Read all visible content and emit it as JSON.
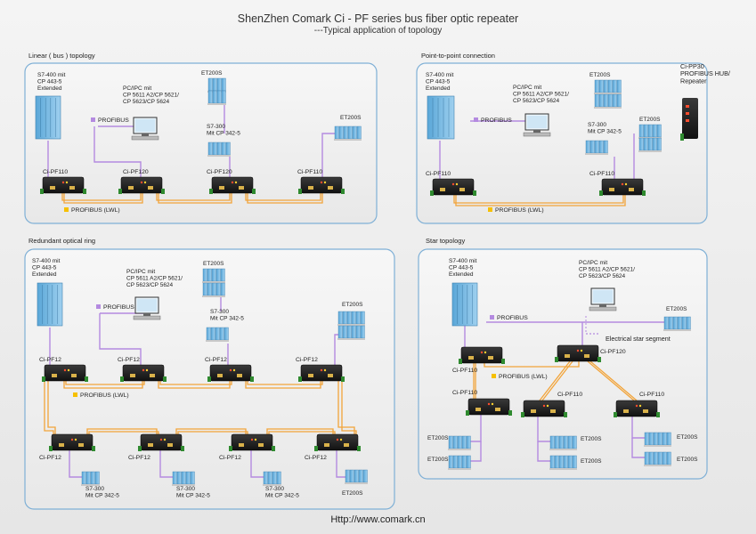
{
  "title": "ShenZhen Comark  Ci - PF series bus fiber optic repeater",
  "subtitle": "---Typical application of topology",
  "footer_url": "Http://www.comark.cn",
  "colors": {
    "fiber": "#f2a43a",
    "profibus": "#b48ae0",
    "panel_border": "#7fb0d6",
    "plc": "#6cb6e0"
  },
  "linear": {
    "title": "Linear ( bus ) topology",
    "s7_400": "S7-400 mit\nCP 443-5\nExtended",
    "pc": "PC/IPC mit\nCP 5611 A2/CP 5621/\nCP 5623/CP 5624",
    "profibus": "PROFIBUS",
    "et200s_a": "ET200S",
    "s7_300": "S7-300\nMit CP 342-5",
    "et200s_b": "ET200S",
    "rep1": "Ci-PF110",
    "rep2": "Ci-PF120",
    "rep3": "Ci-PF120",
    "rep4": "Ci-PF110",
    "lwl": "PROFIBUS (LWL)"
  },
  "p2p": {
    "title": "Point-to-point connection",
    "s7_400": "S7-400 mit\nCP 443-5\nExtended",
    "pc": "PC/IPC mit\nCP 5611 A2/CP 5621/\nCP 5623/CP 5624",
    "profibus": "PROFIBUS",
    "et200s_a": "ET200S",
    "s7_300": "S7-300\nMit CP 342-5",
    "et200s_b": "ET200S",
    "rep1": "Ci-PF110",
    "rep2": "Ci-PF110",
    "lwl": "PROFIBUS (LWL)"
  },
  "hub": {
    "label": "Ci-PP30\nPROFIBUS  HUB/\nRepeater"
  },
  "ring": {
    "title": "Redundant optical ring",
    "s7_400": "S7-400 mit\nCP 443-5\nExtended",
    "pc": "PC/IPC mit\nCP 5611 A2/CP 5621/\nCP 5623/CP 5624",
    "profibus": "PROFIBUS",
    "et200s_top": "ET200S",
    "s7_300_top": "S7-300\nMit CP 342-5",
    "et200s_right": "ET200S",
    "reps_top": [
      "Ci-PF12",
      "Ci-PF12",
      "Ci-PF12",
      "Ci-PF12"
    ],
    "reps_bottom": [
      "Ci-PF12",
      "Ci-PF12",
      "Ci-PF12",
      "Ci-PF12"
    ],
    "lwl": "PROFIBUS (LWL)",
    "s7_300_b1": "S7-300\nMit CP 342-5",
    "s7_300_b2": "S7-300\nMit CP 342-5",
    "s7_300_b3": "S7-300\nMit CP 342-5",
    "et200s_b4": "ET200S"
  },
  "star": {
    "title": "Star topology",
    "s7_400": "S7-400 mit\nCP 443-5\nExtended",
    "pc": "PC/IPC mit\nCP 5611 A2/CP 5621/\nCP 5623/CP 5624",
    "profibus": "PROFIBUS",
    "et200s_top": "ET200S",
    "electrical": "Electrical star segment",
    "rep_master": "Ci-PF110",
    "rep_hub": "Ci-PF120",
    "lwl": "PROFIBUS (LWL)",
    "rep_a": "Ci-PF110",
    "rep_b": "Ci-PF110",
    "rep_c": "Ci-PF110",
    "et_a1": "ET200S",
    "et_a2": "ET200S",
    "et_b1": "ET200S",
    "et_b2": "ET200S",
    "et_c1": "ET200S",
    "et_c2": "ET200S"
  }
}
